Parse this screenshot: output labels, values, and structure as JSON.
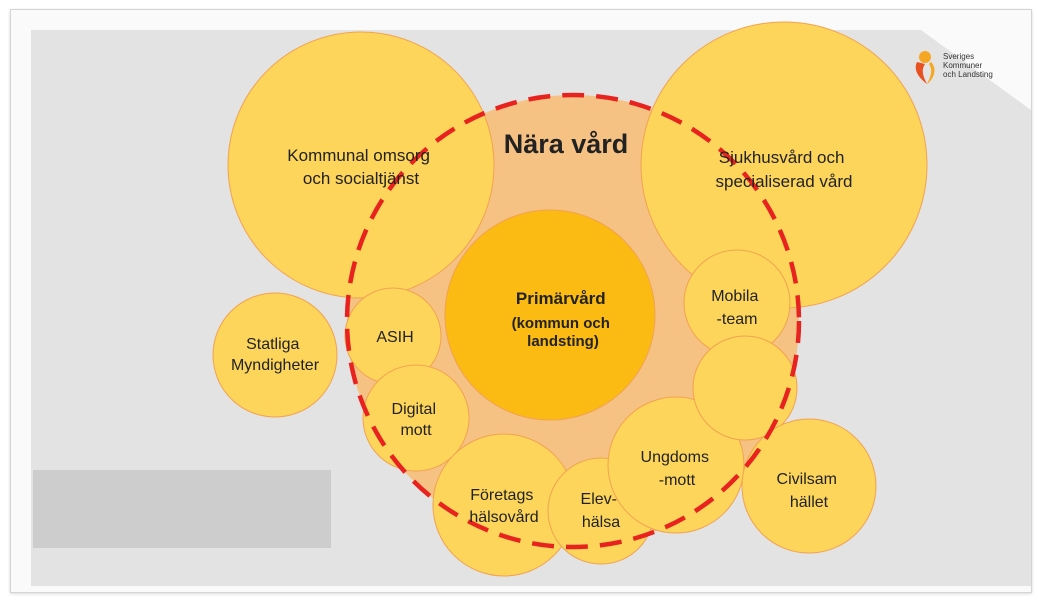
{
  "title": "Nära vård",
  "logo": {
    "text": "Sveriges\nKommuner\noch Landsting"
  },
  "circles": {
    "kommunal": [
      "Kommunal omsorg",
      "och socialtjänst"
    ],
    "sjukhus": [
      "Sjukhusvård och",
      "specialiserad vård"
    ],
    "primarvard": [
      "Primärvård",
      "(kommun och",
      "landsting)"
    ],
    "statliga": [
      "Statliga",
      "Myndigheter"
    ],
    "asih": [
      "ASIH"
    ],
    "digital": [
      "Digital",
      "mott"
    ],
    "foretags": [
      "Företags",
      "hälsovård"
    ],
    "elev": [
      "Elev-",
      "hälsa"
    ],
    "ungdoms": [
      "Ungdoms",
      "-mott"
    ],
    "mobila": [
      "Mobila",
      "-team"
    ],
    "civilsam": [
      "Civilsam",
      "hället"
    ]
  },
  "colors": {
    "light_circle": "#fcd55a",
    "primary_circle": "#fbbb12",
    "near_care_area": "#f6c284",
    "dashed_ring": "#e8221f",
    "stroke": "#f2a250"
  }
}
